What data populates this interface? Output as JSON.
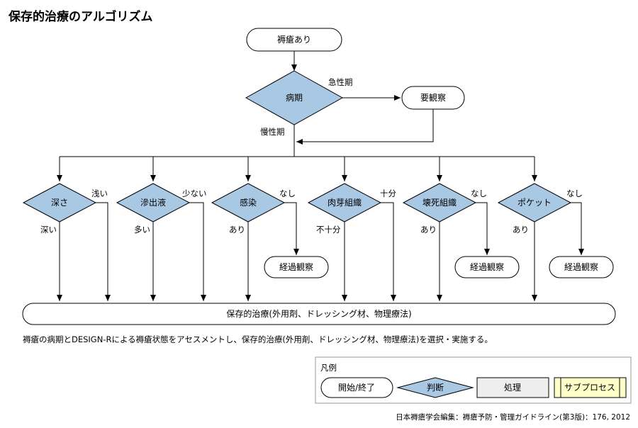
{
  "title": "保存的治療のアルゴリズム",
  "colors": {
    "decision_fill": "#a9c8e4",
    "process_fill": "#eeeeee",
    "subprocess_fill": "#ffffc8",
    "line": "#000000"
  },
  "nodes": {
    "start": "褥瘡あり",
    "stage": "病期",
    "observe_top": "要観察",
    "depth": "深さ",
    "exudate": "滲出液",
    "infection": "感染",
    "granulation": "肉芽組織",
    "necrosis": "壊死組織",
    "pocket": "ポケット",
    "observe_infection": "経過観察",
    "observe_necrosis": "経過観察",
    "observe_pocket": "経過観察",
    "treatment": "保存的治療(外用剤、ドレッシング材、物理療法)"
  },
  "edges": {
    "acute": "急性期",
    "chronic": "慢性期",
    "depth_shallow": "浅い",
    "depth_deep": "深い",
    "exudate_low": "少ない",
    "exudate_high": "多い",
    "infection_no": "なし",
    "infection_yes": "あり",
    "granulation_enough": "十分",
    "granulation_insufficient": "不十分",
    "necrosis_no": "なし",
    "necrosis_yes": "あり",
    "pocket_no": "なし",
    "pocket_yes": "あり"
  },
  "caption": "褥瘡の病期とDESIGN-Rによる褥瘡状態をアセスメントし、保存的治療(外用剤、ドレッシング材、物理療法)を選択・実施する。",
  "legend": {
    "title": "凡例",
    "start_end": "開始/終了",
    "decision": "判断",
    "process": "処理",
    "subprocess": "サブプロセス"
  },
  "source": "日本褥瘡学会編集：褥瘡予防・管理ガイドライン(第3版)：176, 2012"
}
